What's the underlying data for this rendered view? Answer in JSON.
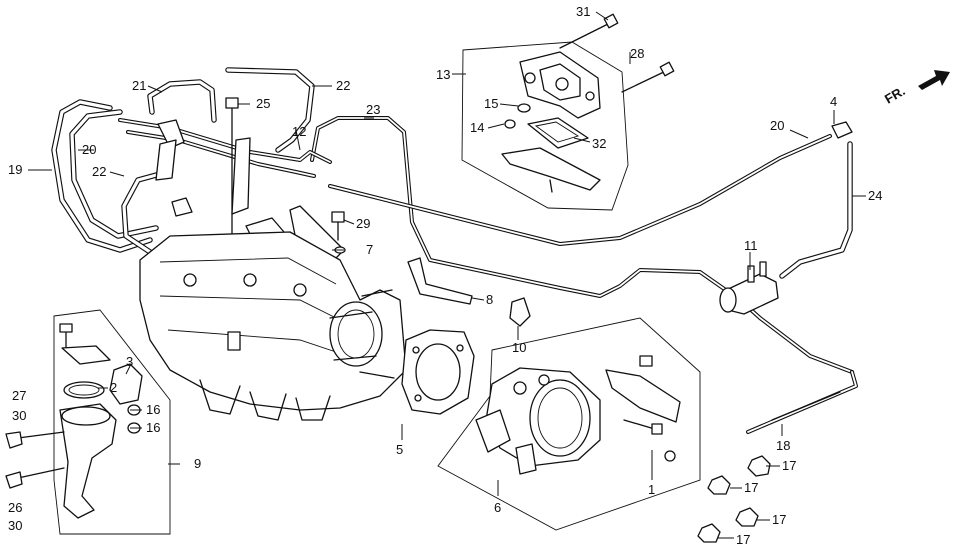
{
  "direction_marker": {
    "label": "FR."
  },
  "callouts": [
    {
      "id": "c31",
      "text": "31"
    },
    {
      "id": "c28",
      "text": "28"
    },
    {
      "id": "c13",
      "text": "13"
    },
    {
      "id": "c15",
      "text": "15"
    },
    {
      "id": "c14",
      "text": "14"
    },
    {
      "id": "c32",
      "text": "32"
    },
    {
      "id": "c4",
      "text": "4"
    },
    {
      "id": "c20r",
      "text": "20"
    },
    {
      "id": "c24",
      "text": "24"
    },
    {
      "id": "c11",
      "text": "11"
    },
    {
      "id": "c21",
      "text": "21"
    },
    {
      "id": "c22a",
      "text": "22"
    },
    {
      "id": "c25",
      "text": "25"
    },
    {
      "id": "c23",
      "text": "23"
    },
    {
      "id": "c12",
      "text": "12"
    },
    {
      "id": "c19",
      "text": "19"
    },
    {
      "id": "c20l",
      "text": "20"
    },
    {
      "id": "c22b",
      "text": "22"
    },
    {
      "id": "c29",
      "text": "29"
    },
    {
      "id": "c7",
      "text": "7"
    },
    {
      "id": "c8",
      "text": "8"
    },
    {
      "id": "c10",
      "text": "10"
    },
    {
      "id": "c3",
      "text": "3"
    },
    {
      "id": "c2",
      "text": "2"
    },
    {
      "id": "c27",
      "text": "27"
    },
    {
      "id": "c30a",
      "text": "30"
    },
    {
      "id": "c16a",
      "text": "16"
    },
    {
      "id": "c16b",
      "text": "16"
    },
    {
      "id": "c9",
      "text": "9"
    },
    {
      "id": "c26",
      "text": "26"
    },
    {
      "id": "c30b",
      "text": "30"
    },
    {
      "id": "c5",
      "text": "5"
    },
    {
      "id": "c1",
      "text": "1"
    },
    {
      "id": "c6",
      "text": "6"
    },
    {
      "id": "c18",
      "text": "18"
    },
    {
      "id": "c17a",
      "text": "17"
    },
    {
      "id": "c17b",
      "text": "17"
    },
    {
      "id": "c17c",
      "text": "17"
    },
    {
      "id": "c17d",
      "text": "17"
    }
  ]
}
